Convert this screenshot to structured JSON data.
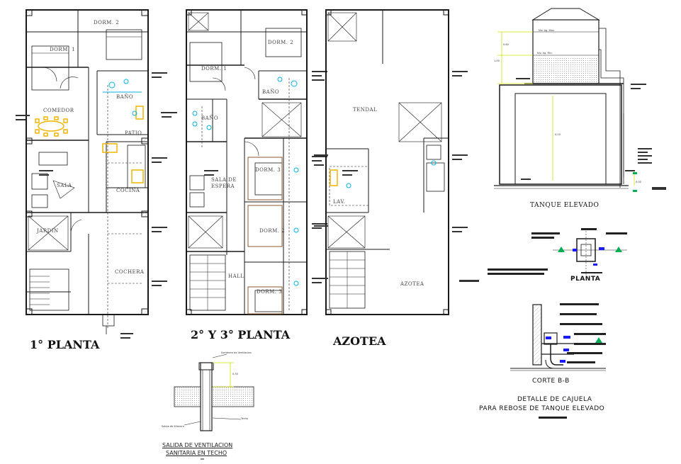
{
  "plans": {
    "p1": {
      "title": "1° PLANTA",
      "rooms": {
        "dorm2": "DORM. 2",
        "dorm1": "DORM. 1",
        "bano": "BAÑO",
        "comedor": "COMEDOR",
        "patio": "PATIO",
        "sala": "SALA",
        "cocina": "COCINA",
        "jardin": "JARDIN",
        "cochera": "COCHERA"
      }
    },
    "p2": {
      "title": "2° Y 3° PLANTA",
      "rooms": {
        "dorm2": "DORM. 2",
        "dorm1": "DORM. 1",
        "bano_a": "BAÑO",
        "bano_b": "BAÑO",
        "sala_espera_1": "SALA DE",
        "sala_espera_2": "ESPERA",
        "dorm3_a": "DORM. 3",
        "dorm2_b": "DORM. 2",
        "hall": "HALL",
        "dorm3_b": "DORM. 3"
      }
    },
    "p3": {
      "title": "AZOTEA",
      "rooms": {
        "tendal": "TENDAL",
        "lav": "LAV.",
        "azotea": "AZOTEA"
      }
    }
  },
  "details": {
    "tanque_elevado": "TANQUE ELEVADO",
    "planta": "PLANTA",
    "corte": "CORTE B-B",
    "detalle_line1": "DETALLE DE CAJUELA",
    "detalle_line2": "PARA REBOSE DE TANQUE ELEVADO",
    "ventilacion_line1": "SALIDA DE VENTILACION",
    "ventilacion_line2": "SANITARIA EN TECHO",
    "tank_labels": {
      "nivel_max": "Niv. Ag. Max.",
      "nivel_min": "Niv. Ag. Min.",
      "dim_1": "0.60",
      "dim_2": "1.00",
      "dim_3": "0.20",
      "dim_4": "0.00"
    },
    "vent_labels": {
      "sombrero": "Sombrero de Ventilacion",
      "salida": "Salida de Sifonero",
      "techo": "Techo",
      "dim": "0.30"
    }
  },
  "colors": {
    "lines": "#1a1a1a",
    "hatch": "#555555",
    "pipe_cold": "#00b4e6",
    "fixtures": "#f2b400",
    "dimension": "#d4e000",
    "accent_blue": "#1a1aff",
    "accent_green": "#00b050",
    "brown_doors": "#8b5a2b"
  }
}
